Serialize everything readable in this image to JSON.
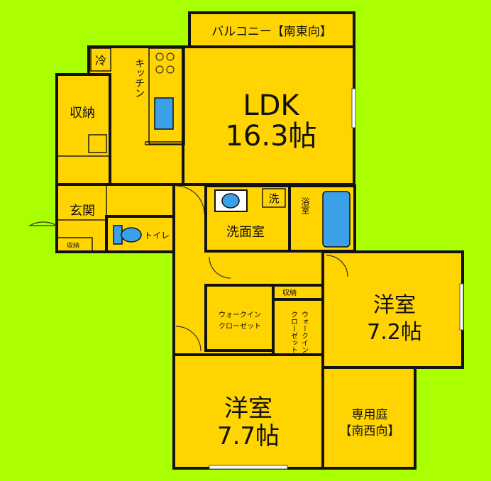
{
  "rooms": {
    "balcony": "バルコニー【南東向】",
    "fridge": "冷",
    "kitchen": "キッチン",
    "storage_main": "収納",
    "ldk_name": "LDK",
    "ldk_size": "16.3帖",
    "entrance": "玄関",
    "storage_entrance": "収納",
    "toilet": "トイレ",
    "washroom": "洗面室",
    "washer": "洗",
    "bath": "浴室",
    "storage_hall": "収納",
    "wic1_line1": "ウォークイン",
    "wic1_line2": "クローゼット",
    "wic2_line1": "ウォークイン",
    "wic2_line2": "クローゼット",
    "western1_name": "洋室",
    "western1_size": "7.2帖",
    "western2_name": "洋室",
    "western2_size": "7.7帖",
    "garden_line1": "専用庭",
    "garden_line2": "【南西向】"
  },
  "colors": {
    "background": "#aaff00",
    "room_fill": "#ffd400",
    "fixture_blue": "#3aa0e8",
    "wall": "#111111"
  }
}
